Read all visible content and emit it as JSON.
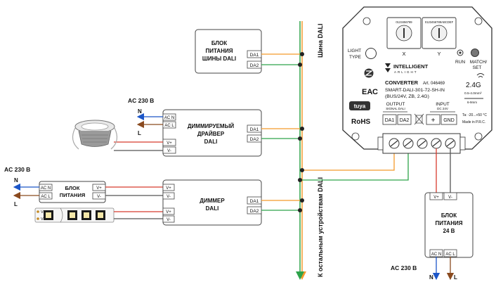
{
  "bus": {
    "label": "Шина DALI",
    "other_devices_label": "К остальным устройствам DALI"
  },
  "psu_dali": {
    "title_line1": "БЛОК",
    "title_line2": "ПИТАНИЯ",
    "title_line3": "ШИНЫ DALI",
    "port1": "DA1",
    "port2": "DA2"
  },
  "driver": {
    "title_line1": "ДИММИРУЕМЫЙ",
    "title_line2": "ДРАЙВЕР",
    "title_line3": "DALI",
    "port_acn": "AC N",
    "port_acl": "AC L",
    "port_vplus": "V+",
    "port_vminus": "V-",
    "port1": "DA1",
    "port2": "DA2",
    "ac_label": "AC 230 В",
    "n_label": "N",
    "l_label": "L"
  },
  "psu_left": {
    "title_line1": "БЛОК",
    "title_line2": "ПИТАНИЯ",
    "port_acn": "AC N",
    "port_acl": "AC L",
    "port_vplus": "V+",
    "port_vminus": "V-",
    "ac_label": "AC 230 В",
    "n_label": "N",
    "l_label": "L"
  },
  "strip": {
    "vplus": "V+",
    "vminus": "V-"
  },
  "dimmer": {
    "title_line1": "ДИММЕР",
    "title_line2": "DALI",
    "in_vplus": "V+",
    "in_vminus": "V-",
    "out_vplus": "V+",
    "out_vminus": "V-",
    "port1": "DA1",
    "port2": "DA2"
  },
  "converter": {
    "switch_x_label": "X",
    "switch_y_label": "Y",
    "switch_x_digits": "0123456789",
    "switch_y_digits": "0123456789ABCDEF",
    "light_type": "LIGHT",
    "light_type2": "TYPE",
    "run_label": "RUN",
    "match_label": "MATCH/",
    "match_label2": "SET",
    "brand": "INTELLIGENT",
    "brand_sub": "ARLIGHT",
    "model_title": "CONVERTER",
    "art": "Art. 046469",
    "model_line": "SMART-DALI-301-72-SH-IN",
    "model_line2": "(BUS/24V, ZB, 2.4G)",
    "freq": "2.4G",
    "wire_spec": "0.5-4.0mm²",
    "strip_len": "6-9mm",
    "temp": "Ta: -20...+50 °C",
    "made_in": "Made in P.R.C.",
    "output_label": "OUTPUT",
    "output_sub": "SIGNAL DALI",
    "input_label": "INPUT",
    "input_sub": "DC 24V",
    "t_da1": "DA1",
    "t_da2": "DA2",
    "t_plus": "+",
    "t_gnd": "GND",
    "eac": "ЕАС",
    "tuya": "tuya",
    "rohs": "RoHS"
  },
  "psu_24": {
    "title_line1": "БЛОК",
    "title_line2": "ПИТАНИЯ",
    "title_line3": "24 В",
    "port_vplus": "V+",
    "port_vminus": "V-",
    "port_acn": "AC N",
    "port_acl": "AC L",
    "ac_label": "AC 230 В",
    "n_label": "N",
    "l_label": "L"
  },
  "colors": {
    "orange": "#f39a2b",
    "green": "#2ea34a",
    "red": "#d83a2e",
    "brown": "#8a4a1f",
    "blue": "#1c56c8",
    "gray": "#555555"
  }
}
